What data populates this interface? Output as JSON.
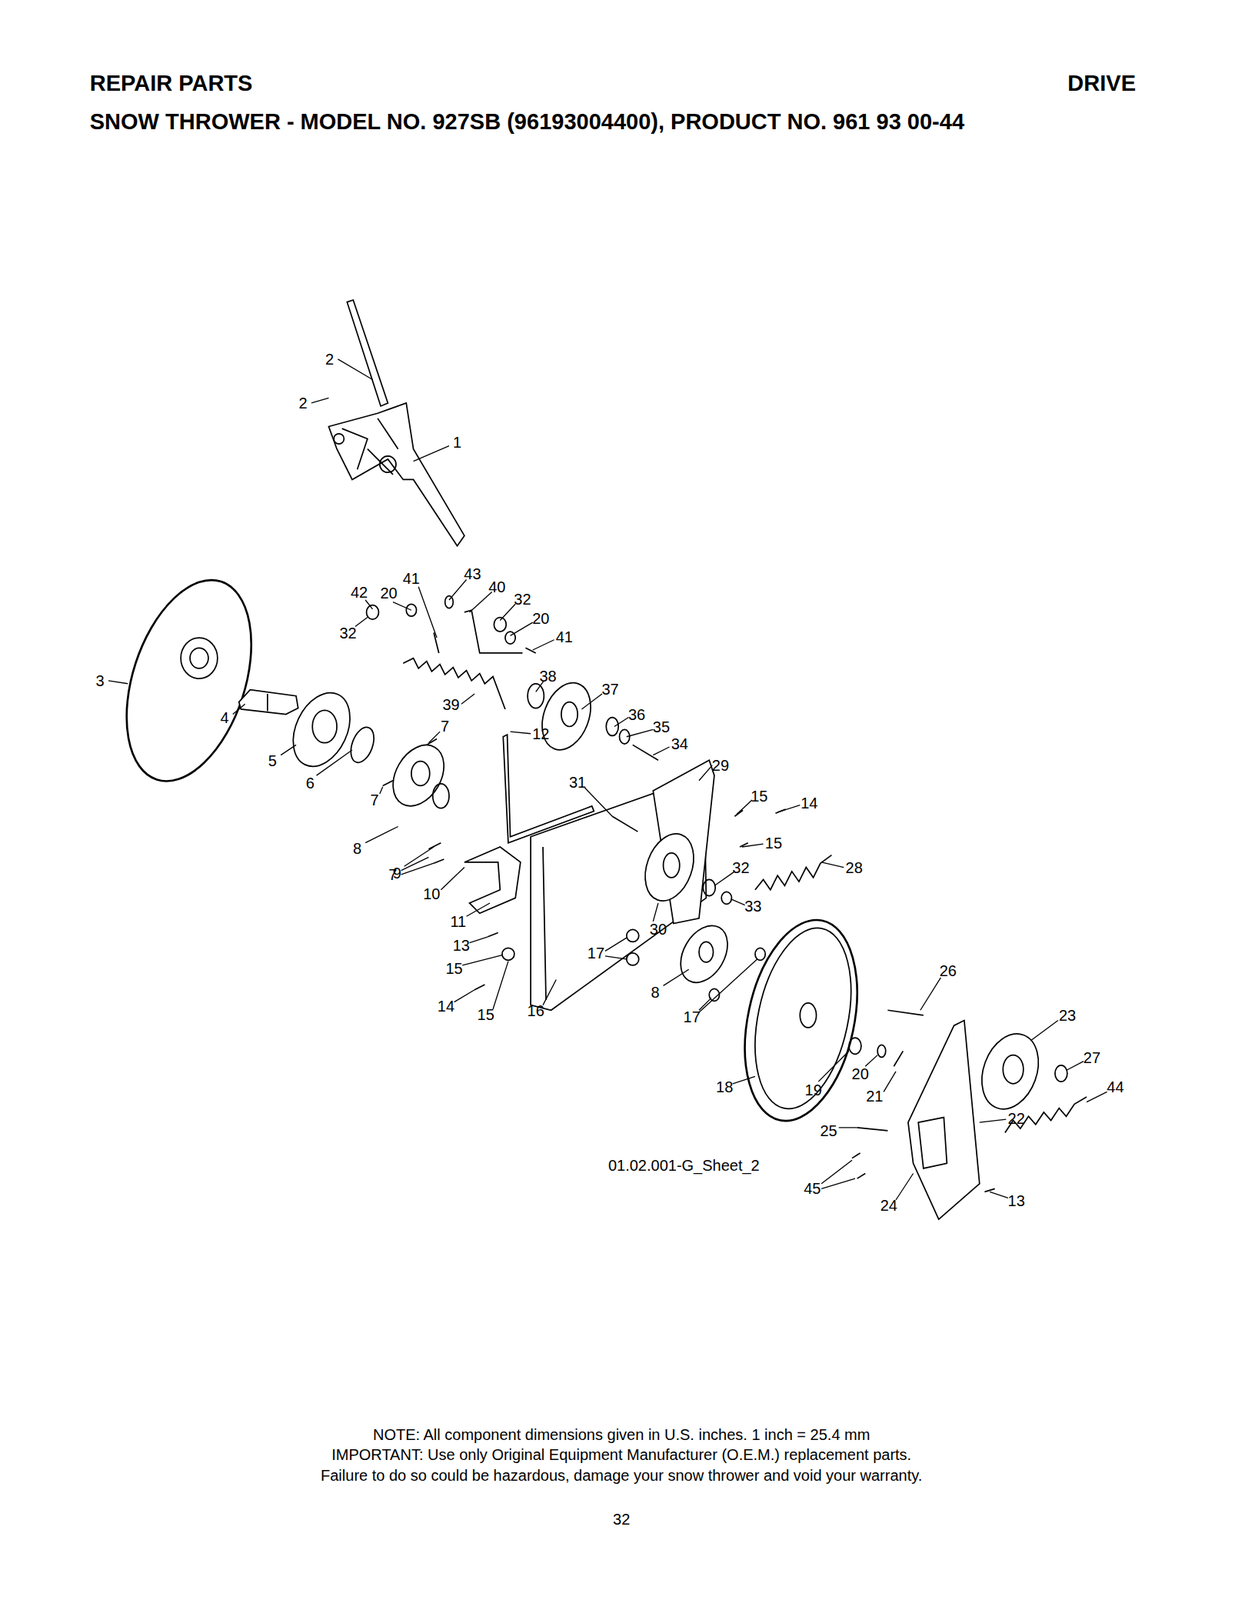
{
  "diagram": {
    "title": "REPAIR PARTS",
    "labels": [
      "DRIVE",
      "SNOW THROWER - MODEL NO. 927SB (96193004400), PRODUCT NO. 961 93 00-44",
      "2",
      "2",
      "1",
      "42",
      "20",
      "41",
      "43",
      "40",
      "32",
      "20",
      "41",
      "32",
      "3",
      "39",
      "38",
      "37",
      "4",
      "36",
      "35",
      "34",
      "7",
      "12",
      "29",
      "5",
      "6",
      "7",
      "31",
      "15",
      "14",
      "15",
      "28",
      "8",
      "32",
      "9",
      "7",
      "10",
      "33",
      "11",
      "30",
      "13",
      "17",
      "15",
      "26",
      "14",
      "15",
      "16",
      "8",
      "17",
      "23",
      "27",
      "44",
      "18",
      "19",
      "20",
      "21",
      "22",
      "25",
      "45",
      "24",
      "13",
      "01.02.001-G_Sheet_2",
      "NOTE: All component dimensions given in U.S. inches.    1 inch = 25.4 mm",
      "IMPORTANT: Use only Original Equipment Manufacturer (O.E.M.) replacement parts.",
      "Failure to do so could be hazardous, damage your snow thrower and void your warranty.",
      "32"
    ]
  }
}
